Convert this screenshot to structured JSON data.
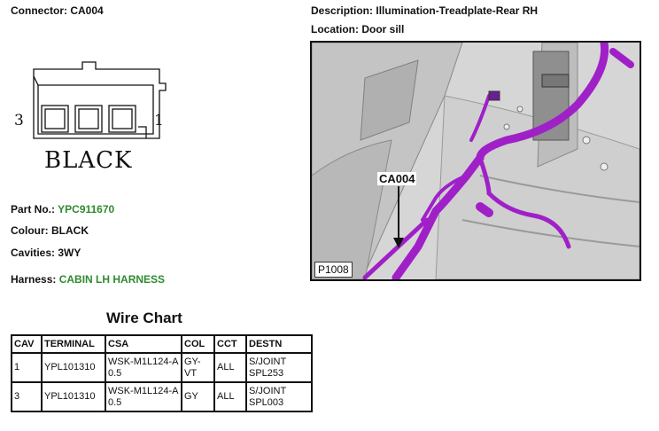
{
  "connector": {
    "heading_label": "Connector:",
    "id": "CA004",
    "color_word": "BLACK",
    "cavity_left": "3",
    "cavity_right": "1"
  },
  "description": {
    "label": "Description:",
    "value": "Illumination-Treadplate-Rear RH"
  },
  "location": {
    "label": "Location:",
    "value": "Door sill"
  },
  "part": {
    "label": "Part No.:",
    "value": "YPC911670"
  },
  "colour": {
    "label": "Colour:",
    "value": "BLACK"
  },
  "cavities": {
    "label": "Cavities:",
    "value": "3WY"
  },
  "harness": {
    "label": "Harness:",
    "value": "CABIN LH HARNESS"
  },
  "photo": {
    "callout": "CA004",
    "ref": "P1008"
  },
  "wire_chart": {
    "title": "Wire Chart",
    "headers": [
      "CAV",
      "TERMINAL",
      "CSA",
      "COL",
      "CCT",
      "DESTN"
    ],
    "rows": [
      [
        "1",
        "YPL101310",
        "WSK-M1L124-A 0.5",
        "GY-VT",
        "ALL",
        "S/JOINT SPL253"
      ],
      [
        "3",
        "YPL101310",
        "WSK-M1L124-A 0.5",
        "GY",
        "ALL",
        "S/JOINT SPL003"
      ]
    ]
  },
  "colors": {
    "green_text": "#2e8b2e",
    "harness_purple": "#a020c8"
  }
}
